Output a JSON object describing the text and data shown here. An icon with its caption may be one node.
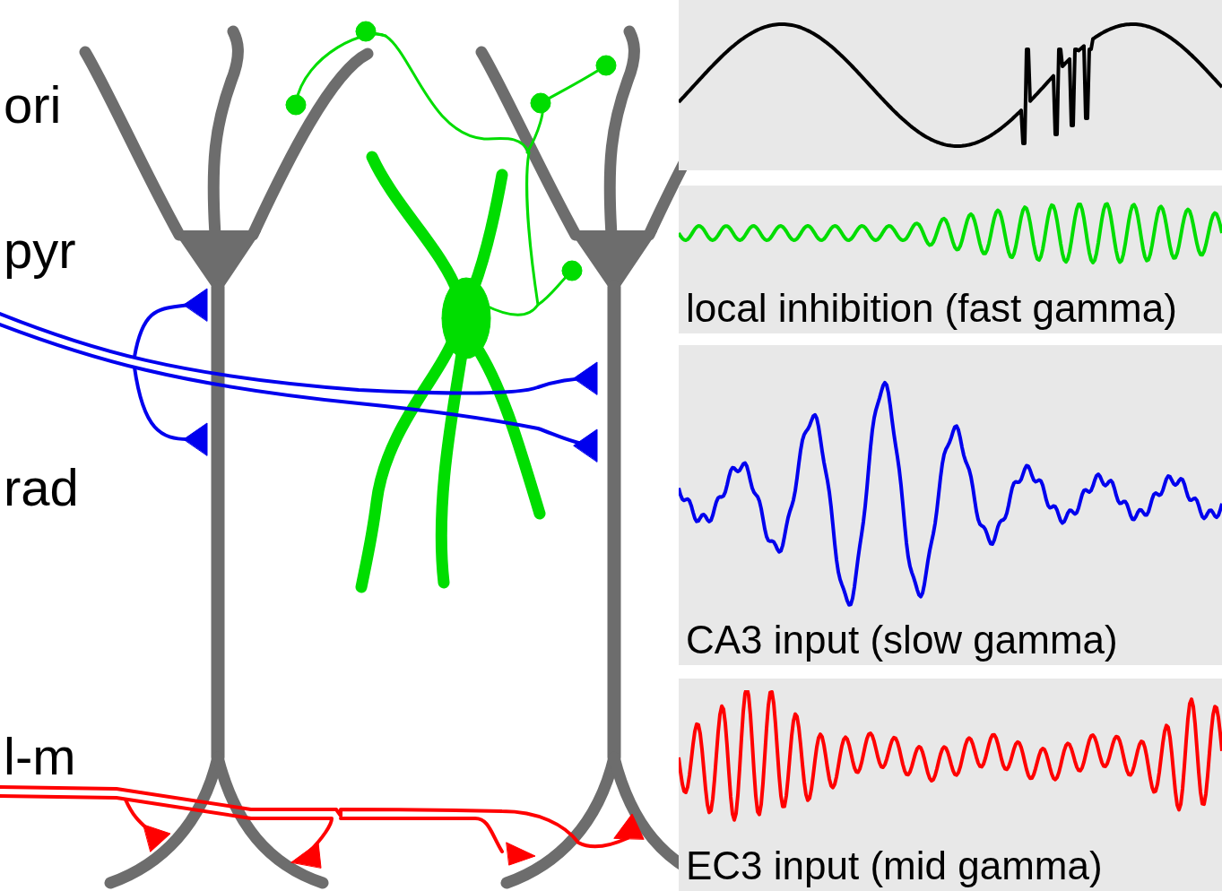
{
  "diagram": {
    "nodes": [
      {
        "text": [],
        "shape": "box"
      },
      {
        "text": [
          "local inhibition (fast gamma)"
        ]
      },
      {
        "text": [
          "CA3 input (slow gamma)"
        ]
      },
      {
        "text": [
          "EC3 input (mid gamma)"
        ]
      }
    ],
    "labels": [
      "ori",
      "pyr",
      "rad",
      "l-m"
    ]
  }
}
